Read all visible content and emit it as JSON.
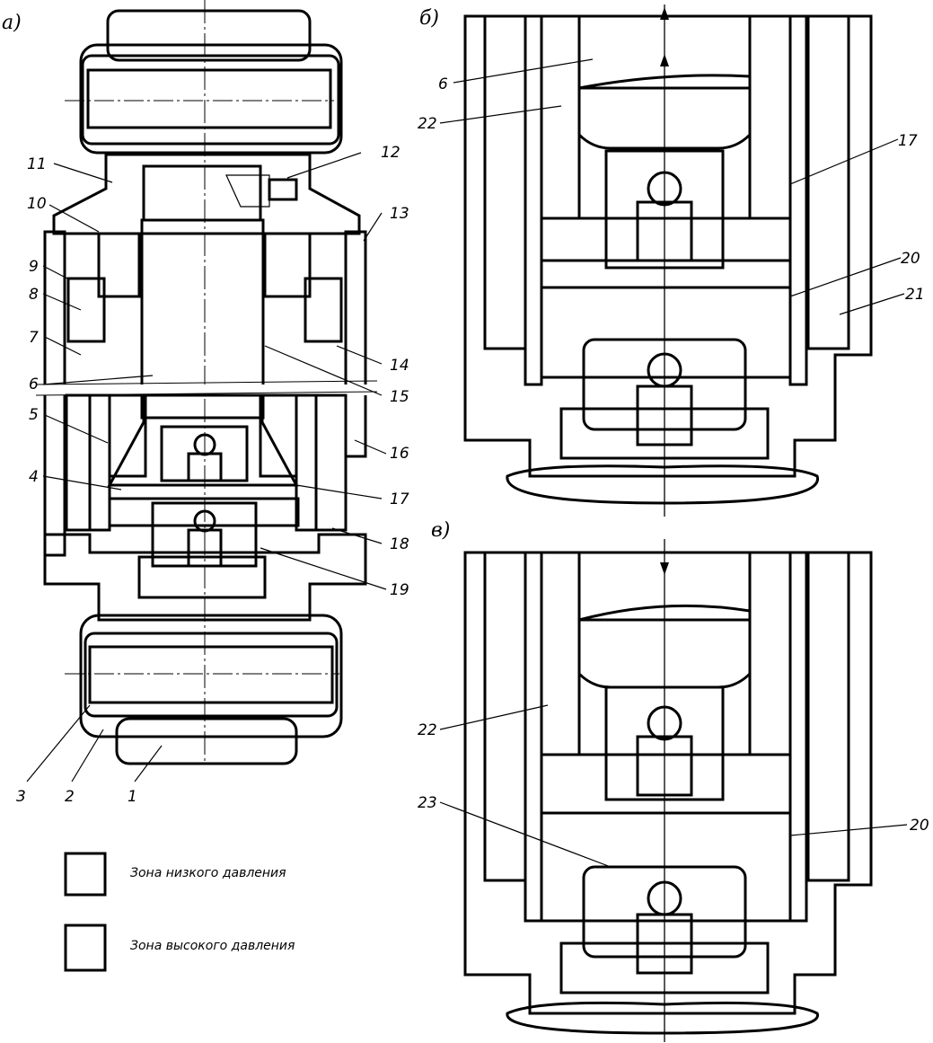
{
  "panels": {
    "a": "а)",
    "b": "б)",
    "v": "в)"
  },
  "callouts_a": [
    "1",
    "2",
    "3",
    "4",
    "5",
    "6",
    "7",
    "8",
    "9",
    "10",
    "11",
    "12",
    "13",
    "14",
    "15",
    "16",
    "17",
    "18",
    "19"
  ],
  "callouts_b": [
    "6",
    "22",
    "17",
    "20",
    "21"
  ],
  "callouts_v": [
    "22",
    "23",
    "20"
  ],
  "legend": {
    "low_pressure": "Зона низкого давления",
    "high_pressure": "Зона высокого давления"
  },
  "colors": {
    "ink": "#000000",
    "paper": "#ffffff"
  }
}
